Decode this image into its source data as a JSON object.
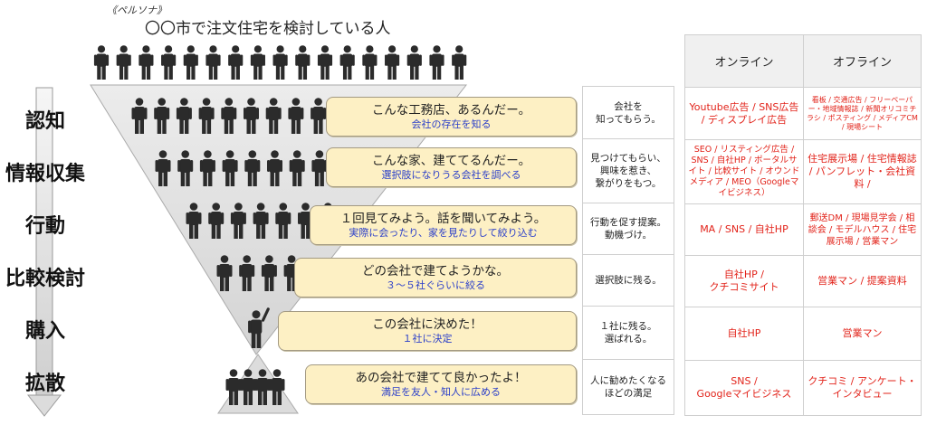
{
  "persona": {
    "label": "《ペルソナ》",
    "title": "〇〇市で注文住宅を検討している人"
  },
  "stages": [
    {
      "label": "認知",
      "bubble_main": "こんな工務店、あるんだー。",
      "bubble_sub": "会社の存在を知る",
      "goal": "会社を\n知ってもらう。",
      "online": "Youtube広告 / SNS広告\n/ ディスプレイ広告",
      "offline": "看板 / 交通広告 / フリーペーパー・地域情報誌 / 新聞オリコミチラシ / ポスティング / メディアCM / 現場シート"
    },
    {
      "label": "情報収集",
      "bubble_main": "こんな家、建ててるんだー。",
      "bubble_sub": "選択肢になりうる会社を調べる",
      "goal": "見つけてもらい、\n興味を惹き、\n繋がりをもつ。",
      "online": "SEO / リスティング広告 / SNS / 自社HP / ポータルサイト / 比較サイト / オウンドメディア / MEO（Googleマイビジネス）",
      "offline": "住宅展示場 / 住宅情報誌 / パンフレット・会社資料 /"
    },
    {
      "label": "行動",
      "bubble_main": "１回見てみよう。話を聞いてみよう。",
      "bubble_sub": "実際に会ったり、家を見たりして絞り込む",
      "goal": "行動を促す提案。\n動機づけ。",
      "online": "MA / SNS / 自社HP",
      "offline": "郵送DM / 現場見学会 / 相談会 / モデルハウス / 住宅展示場 / 営業マン"
    },
    {
      "label": "比較検討",
      "bubble_main": "どの会社で建てようかな。",
      "bubble_sub": "３～５社ぐらいに絞る",
      "goal": "選択肢に残る。",
      "online": "自社HP /\nクチコミサイト",
      "offline": "営業マン / 提案資料"
    },
    {
      "label": "購入",
      "bubble_main": "この会社に決めた！",
      "bubble_sub": "１社に決定",
      "goal": "１社に残る。\n選ばれる。",
      "online": "自社HP",
      "offline": "営業マン"
    },
    {
      "label": "拡散",
      "bubble_main": "あの会社で建てて良かったよ！",
      "bubble_sub": "満足を友人・知人に広める",
      "goal": "人に勧めたくなる\nほどの満足",
      "online": "SNS /\nGoogleマイビジネス",
      "offline": "クチコミ / アンケート・\nインタビュー"
    }
  ],
  "channels": {
    "online_header": "オンライン",
    "offline_header": "オフライン"
  },
  "colors": {
    "channel_text": "#e2231a",
    "sub_text": "#2a3ec9",
    "bubble_fill": "#fdf0c4",
    "person": "#2b2b2b"
  },
  "icons": [
    "person-icon",
    "down-arrow-icon"
  ]
}
